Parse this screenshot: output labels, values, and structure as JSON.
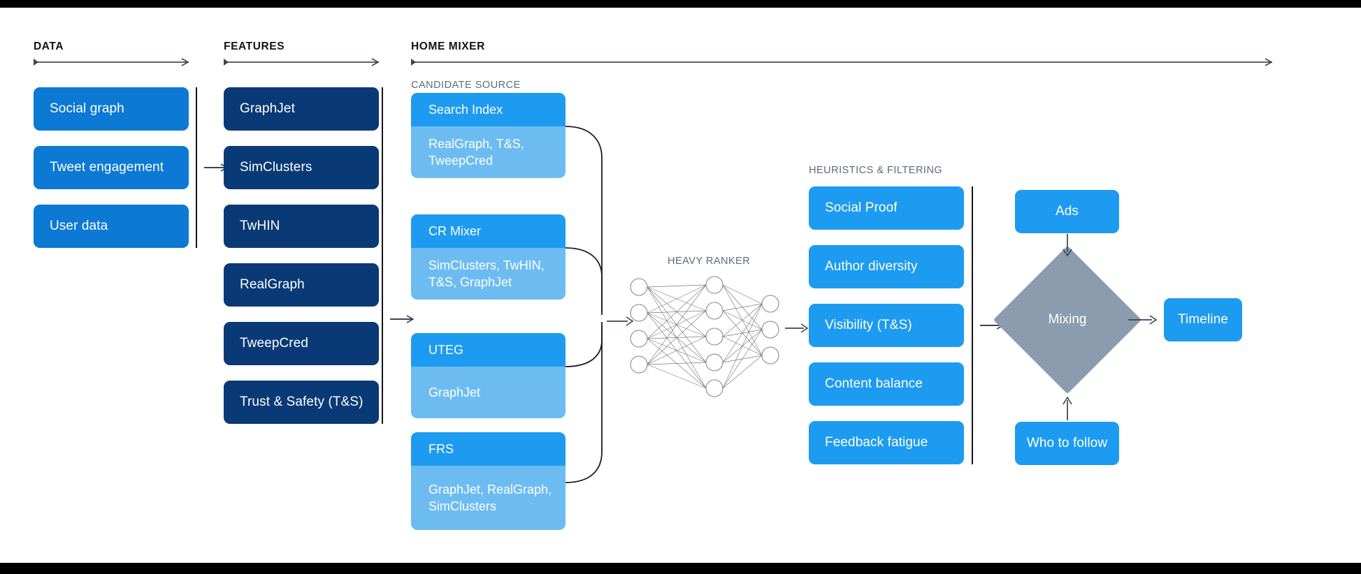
{
  "theme": {
    "background": "#ffffff",
    "bar_color": "#000000",
    "data_box_color": "#0c79d4",
    "feature_box_color": "#0a3a76",
    "candidate_top_color": "#1d9bf0",
    "candidate_bottom_color": "#6cbcf2",
    "heuristic_box_color": "#1d9bf0",
    "diamond_color": "#8a9cad",
    "rule_color": "#111418",
    "arrow_color": "#3b4550",
    "heading_color": "#111418",
    "subheading_color": "#5b6b7b"
  },
  "sections": {
    "data": {
      "title": "DATA"
    },
    "features": {
      "title": "FEATURES"
    },
    "home_mixer": {
      "title": "HOME MIXER"
    },
    "candidate_source": {
      "title": "CANDIDATE SOURCE"
    },
    "heuristics": {
      "title": "HEURISTICS & FILTERING"
    },
    "heavy_ranker": {
      "title": "HEAVY RANKER"
    }
  },
  "data_boxes": [
    {
      "label": "Social graph"
    },
    {
      "label": "Tweet engagement"
    },
    {
      "label": "User data"
    }
  ],
  "feature_boxes": [
    {
      "label": "GraphJet"
    },
    {
      "label": "SimClusters"
    },
    {
      "label": "TwHIN"
    },
    {
      "label": "RealGraph"
    },
    {
      "label": "TweepCred"
    },
    {
      "label": "Trust & Safety (T&S)"
    }
  ],
  "candidate_sources": [
    {
      "title": "Search Index",
      "detail": "RealGraph, T&S, TweepCred"
    },
    {
      "title": "CR Mixer",
      "detail": "SimClusters, TwHIN, T&S, GraphJet"
    },
    {
      "title": "UTEG",
      "detail": "GraphJet"
    },
    {
      "title": "FRS",
      "detail": "GraphJet, RealGraph, SimClusters"
    }
  ],
  "heuristic_boxes": [
    {
      "label": "Social Proof"
    },
    {
      "label": "Author diversity"
    },
    {
      "label": "Visibility (T&S)"
    },
    {
      "label": "Content balance"
    },
    {
      "label": "Feedback fatigue"
    }
  ],
  "outputs": {
    "ads": "Ads",
    "mixing": "Mixing",
    "timeline": "Timeline",
    "who_to_follow": "Who to follow"
  },
  "neural_network": {
    "layers": [
      4,
      5,
      3
    ],
    "label": "HEAVY RANKER"
  }
}
